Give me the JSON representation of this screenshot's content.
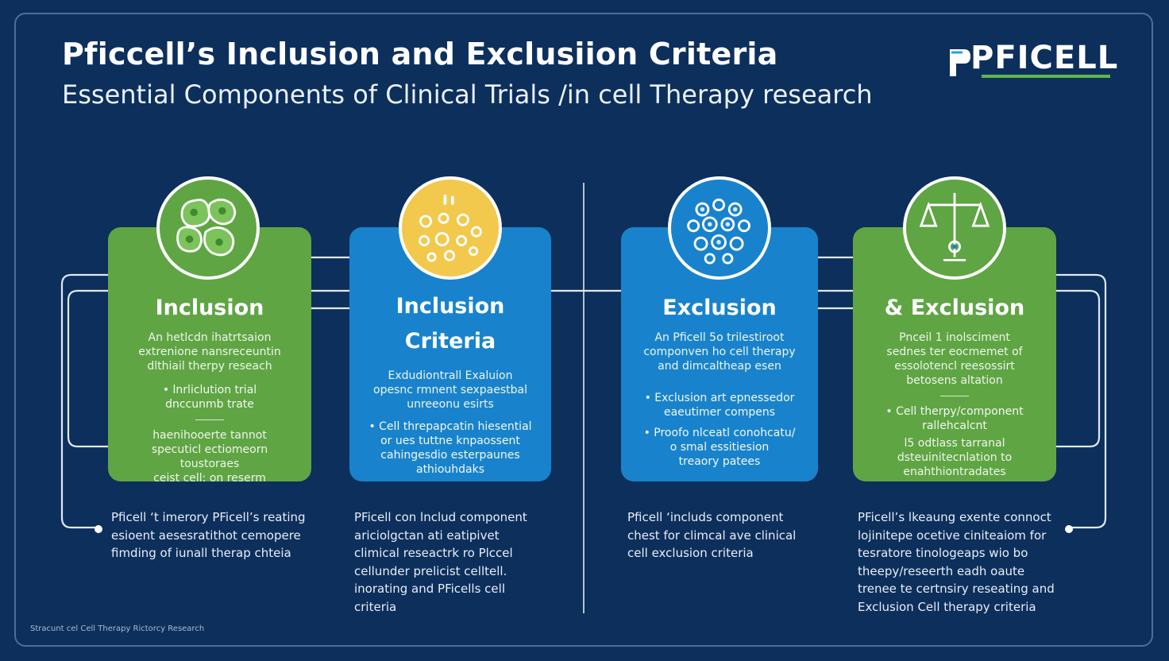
{
  "header": {
    "title": "Pficcell’s Inclusion and Exclusiion Criteria",
    "subtitle": "Essential Components of Clinical Trials /in cell Therapy research"
  },
  "logo": {
    "text": "PFICELL"
  },
  "colors": {
    "background": "#0d2f5c",
    "green": "#5fa544",
    "blue": "#1883cc",
    "accent": "#5fb84a"
  },
  "cards": [
    {
      "icon": "cells-cluster-icon",
      "title": "Inclusion",
      "body": [
        "An hetlcdn ihatrtsaion",
        "extrenione nansreceuntin",
        "dlthiail therpy reseach"
      ],
      "bullet": [
        "• lnrliclution trial",
        "dnccunmb trate"
      ],
      "after": [
        "haenihooerte tannot",
        "specuticl ectiomeorn toustoraes",
        "ceist cell: on reserm"
      ]
    },
    {
      "icon": "cell-culture-dish-icon",
      "title": "Inclusion Criteria",
      "body": [
        "Exdudiontrall Exaluion",
        "opesnc rmnent sexpaestbal",
        "unreeonu esirts"
      ],
      "bullet": [
        "• Cell threpapcatin hiesential",
        "or ues tuttne knpaossent",
        "cahingesdio esterpaunes",
        "athiouhdaks"
      ],
      "after": []
    },
    {
      "icon": "cell-microscopy-icon",
      "title": "Exclusion",
      "body": [
        "An Pficell 5o trilestiroot",
        "componven ho cell therapy",
        "and dimcaltheap esen"
      ],
      "bullet": [
        "• Exclusion art epnessedor",
        "eaeutimer compens"
      ],
      "after": [
        "• Proofo nlceatl conohcatu/",
        "o smal essitiesion",
        "treaory patees"
      ]
    },
    {
      "icon": "balance-scale-icon",
      "title": "& Exclusion",
      "body": [
        "Pnceil 1 inolsciment",
        "sednes ter eocmemet of",
        "essolotencl reesossirt",
        "betosens altation"
      ],
      "bullet": [
        "• Cell therpy/component",
        "rallehcalcnt"
      ],
      "after": [
        "l5 odtlass tarranal",
        "dsteuinitecnlation to",
        "enahthiontradates"
      ]
    }
  ],
  "below": [
    [
      "Pficell ‘t imerory PFicell’s reating",
      "esioent aesesratithot cemopere",
      "fimding of iunall therap chteia"
    ],
    [
      "PFicell con lnclud component",
      "ariciolgctan ati eatipivet",
      "climical reseactrk ro Plccel",
      "cellunder prelicist celltell.",
      "inorating and PFicells cell",
      "criteria"
    ],
    [
      "Pficell ‘includs component",
      "chest for climcal ave clinical",
      "cell exclusion criteria"
    ],
    [
      "PFicell’s lkeaung exente connoct",
      "lojinitepe ocetive ciniteaiom for",
      "tesratore tinologeaps wio bo",
      "theepy/reseerth eadh oaute",
      "trenee te certnsiry reseating and",
      "Exclusion Cell therapy criteria"
    ]
  ],
  "footer": "Stracunt cel Cell Therapy Rictorcy Research"
}
